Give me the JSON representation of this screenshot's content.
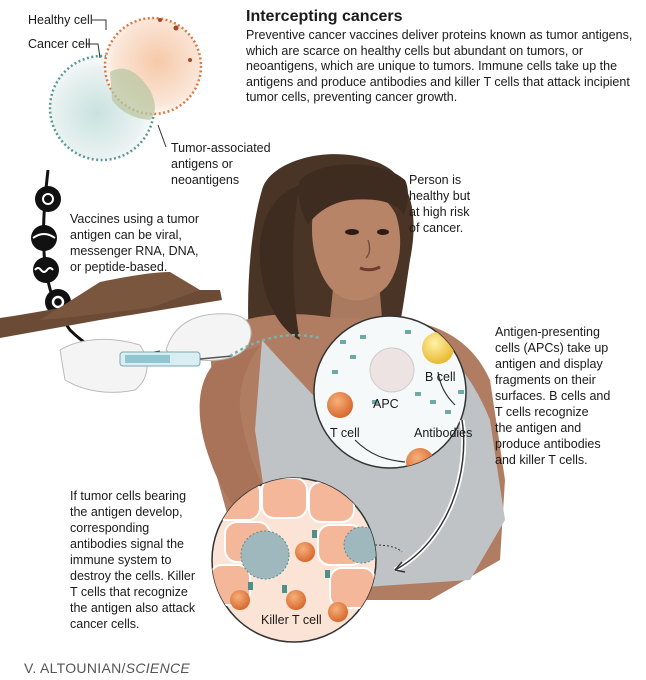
{
  "title": "Intercepting cancers",
  "intro": "Preventive cancer vaccines deliver proteins known as tumor antigens, which are scarce on healthy cells but abundant on tumors, or neoantigens, which are unique to tumors. Immune cells take up the antigens and produce antibodies and killer T cells that attack incipient tumor cells, preventing cancer growth.",
  "labels": {
    "healthy_cell": "Healthy cell",
    "cancer_cell": "Cancer cell",
    "tumor_antigens": [
      "Tumor-associated",
      "antigens or",
      "neoantigens"
    ],
    "vaccines": [
      "Vaccines using a tumor",
      "antigen can be viral,",
      "messenger RNA, DNA,",
      "or peptide-based."
    ],
    "person": [
      "Person is",
      "healthy but",
      "at high risk",
      "of cancer."
    ],
    "apc_text": [
      "Antigen-presenting",
      "cells (APCs) take up",
      "antigen and display",
      "fragments on their",
      "surfaces. B cells and",
      "T cells recognize",
      "the antigen and",
      "produce antibodies",
      "and killer T cells."
    ],
    "tumor_text": [
      "If tumor cells bearing",
      "the antigen develop,",
      "corresponding",
      "antibodies signal the",
      "immune system to",
      "destroy the cells. Killer",
      "T cells that recognize",
      "the antigen also attack",
      "cancer cells."
    ],
    "b_cell": "B cell",
    "apc": "APC",
    "t_cell": "T cell",
    "antibodies": "Antibodies",
    "killer_t": "Killer T cell"
  },
  "credit": {
    "author": "V. ALTOUNIAN/",
    "outlet": "SCIENCE"
  },
  "colors": {
    "hair": "#4a3426",
    "skin": "#b07d63",
    "shirt": "#bfc3c6",
    "cancer": "#f2b894",
    "antigen": "#6fa9a3",
    "bcell": "#f3c94c",
    "tcell": "#e8894f"
  }
}
